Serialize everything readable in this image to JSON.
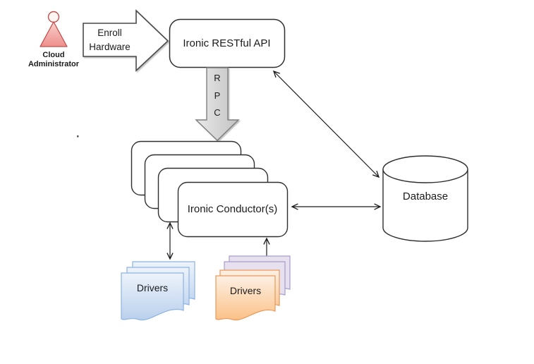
{
  "cloud_admin": {
    "label_lines": [
      "Cloud",
      "Administrator"
    ]
  },
  "enroll_arrow": {
    "label_lines": [
      "Enroll",
      "Hardware"
    ]
  },
  "api_box": {
    "label": "Ironic RESTful API"
  },
  "rpc_arrow": {
    "letters": [
      "R",
      "P",
      "C"
    ]
  },
  "conductor": {
    "label": "Ironic Conductor(s)"
  },
  "database": {
    "label": "Database"
  },
  "drivers_left": {
    "label": "Drivers"
  },
  "drivers_right": {
    "label": "Drivers"
  },
  "colors": {
    "accent_red": "#c0504d",
    "person_head_fill": "#fdf5f4",
    "person_fill_top": "#f8d0cd",
    "person_fill_bottom": "#ee8f8c",
    "block_arrow_fill": "#ffffff",
    "block_arrow_border": "#4a4a4a",
    "rpc_fill_top": "#e9e9e9",
    "rpc_fill_bottom": "#c2c2c2",
    "rpc_border": "#7f7f7f",
    "box_fill": "#ffffff",
    "box_border": "#2f2f2f",
    "line_color": "#1a1a1a",
    "doc_blue_top": "#edf3fb",
    "doc_blue_bottom": "#bad0ec",
    "doc_blue_border": "#8db3e2",
    "doc_orange_top": "#fdf0e3",
    "doc_orange_bottom": "#fbc188",
    "doc_orange_border": "#e99a5b",
    "doc_purple_fill": "#e6e0ef",
    "doc_purple_border": "#a99cc9",
    "text_color": "#1b1b1b"
  }
}
